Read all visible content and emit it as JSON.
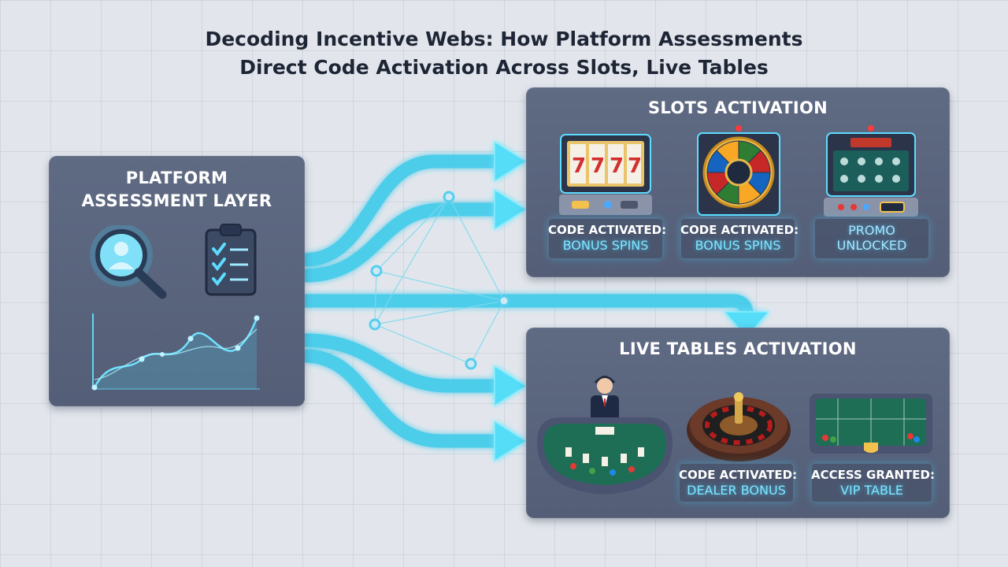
{
  "title": {
    "line1": "Decoding Incentive Webs: How Platform Assessments",
    "line2": "Direct Code Activation Across Slots, Live Tables"
  },
  "assessment": {
    "heading_line1": "PLATFORM",
    "heading_line2": "ASSESSMENT LAYER"
  },
  "slots": {
    "heading": "SLOTS ACTIVATION",
    "cards": [
      {
        "line1": "CODE ACTIVATED:",
        "line2": "BONUS SPINS"
      },
      {
        "line1": "CODE ACTIVATED:",
        "line2": "BONUS SPINS"
      },
      {
        "line1": "PROMO",
        "line2": "UNLOCKED"
      }
    ],
    "reel_symbols": "7"
  },
  "live": {
    "heading": "LIVE TABLES ACTIVATION",
    "cards": [
      {
        "line1": "CODE ACTIVATED:",
        "line2": "DEALER BONUS"
      },
      {
        "line1": "ACCESS GRANTED:",
        "line2": "VIP TABLE"
      }
    ]
  },
  "colors": {
    "panel": "#5a647c",
    "flow": "#4fd8f5",
    "glow": "#7fe6ff",
    "title": "#1e2535"
  },
  "icons": [
    "magnifier-user-icon",
    "checklist-clipboard-icon",
    "line-chart-icon",
    "slot-machine-icon",
    "prize-wheel-icon",
    "blackjack-table-icon",
    "roulette-wheel-icon",
    "craps-table-icon"
  ]
}
